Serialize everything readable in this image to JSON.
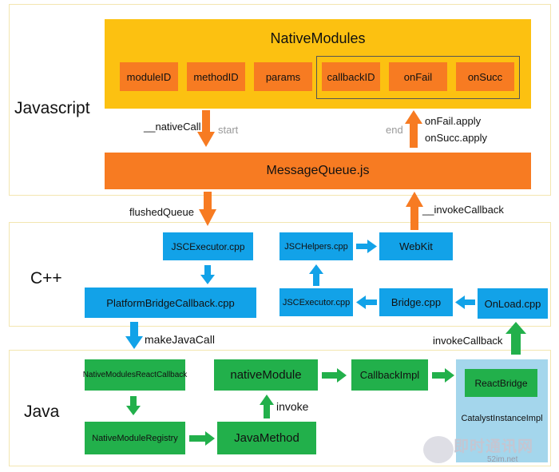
{
  "layers": {
    "javascript": "Javascript",
    "cpp": "C++",
    "java": "Java"
  },
  "js": {
    "native_modules": "NativeModules",
    "module_id": "moduleID",
    "method_id": "methodID",
    "params": "params",
    "callback_id": "callbackID",
    "on_fail": "onFail",
    "on_succ": "onSucc",
    "message_queue": "MessageQueue.js"
  },
  "cpp": {
    "jsc_executor_top": "JSCExecutor.cpp",
    "jsc_helpers": "JSCHelpers.cpp",
    "webkit": "WebKit",
    "platform_bridge_callback": "PlatformBridgeCallback.cpp",
    "jsc_executor_bottom": "JSCExecutor.cpp",
    "bridge": "Bridge.cpp",
    "onload": "OnLoad.cpp"
  },
  "java": {
    "native_modules_react_callback": "NativeModulesReactCallback",
    "native_module": "nativeModule",
    "callback_impl": "CallbackImpl",
    "react_bridge": "ReactBridge",
    "catalyst_instance_impl": "CatalystInstanceImpl",
    "native_module_registry": "NativeModuleRegistry",
    "java_method": "JavaMethod"
  },
  "labels": {
    "native_call": "__nativeCall",
    "start": "start",
    "end": "end",
    "on_fail_apply": "onFail.apply",
    "on_succ_apply": "onSucc.apply",
    "flushed_queue": "flushedQueue",
    "invoke_callback_js": "__invokeCallback",
    "make_java_call": "makeJavaCall",
    "invoke_callback": "invokeCallback",
    "invoke": "invoke"
  },
  "watermark": {
    "brand": "即时通讯网",
    "url": "52im.net"
  },
  "colors": {
    "yellow": "#fcc111",
    "orange": "#f77b22",
    "blue": "#12a2e8",
    "green": "#22b04b",
    "light_blue": "#a4d6ec"
  }
}
